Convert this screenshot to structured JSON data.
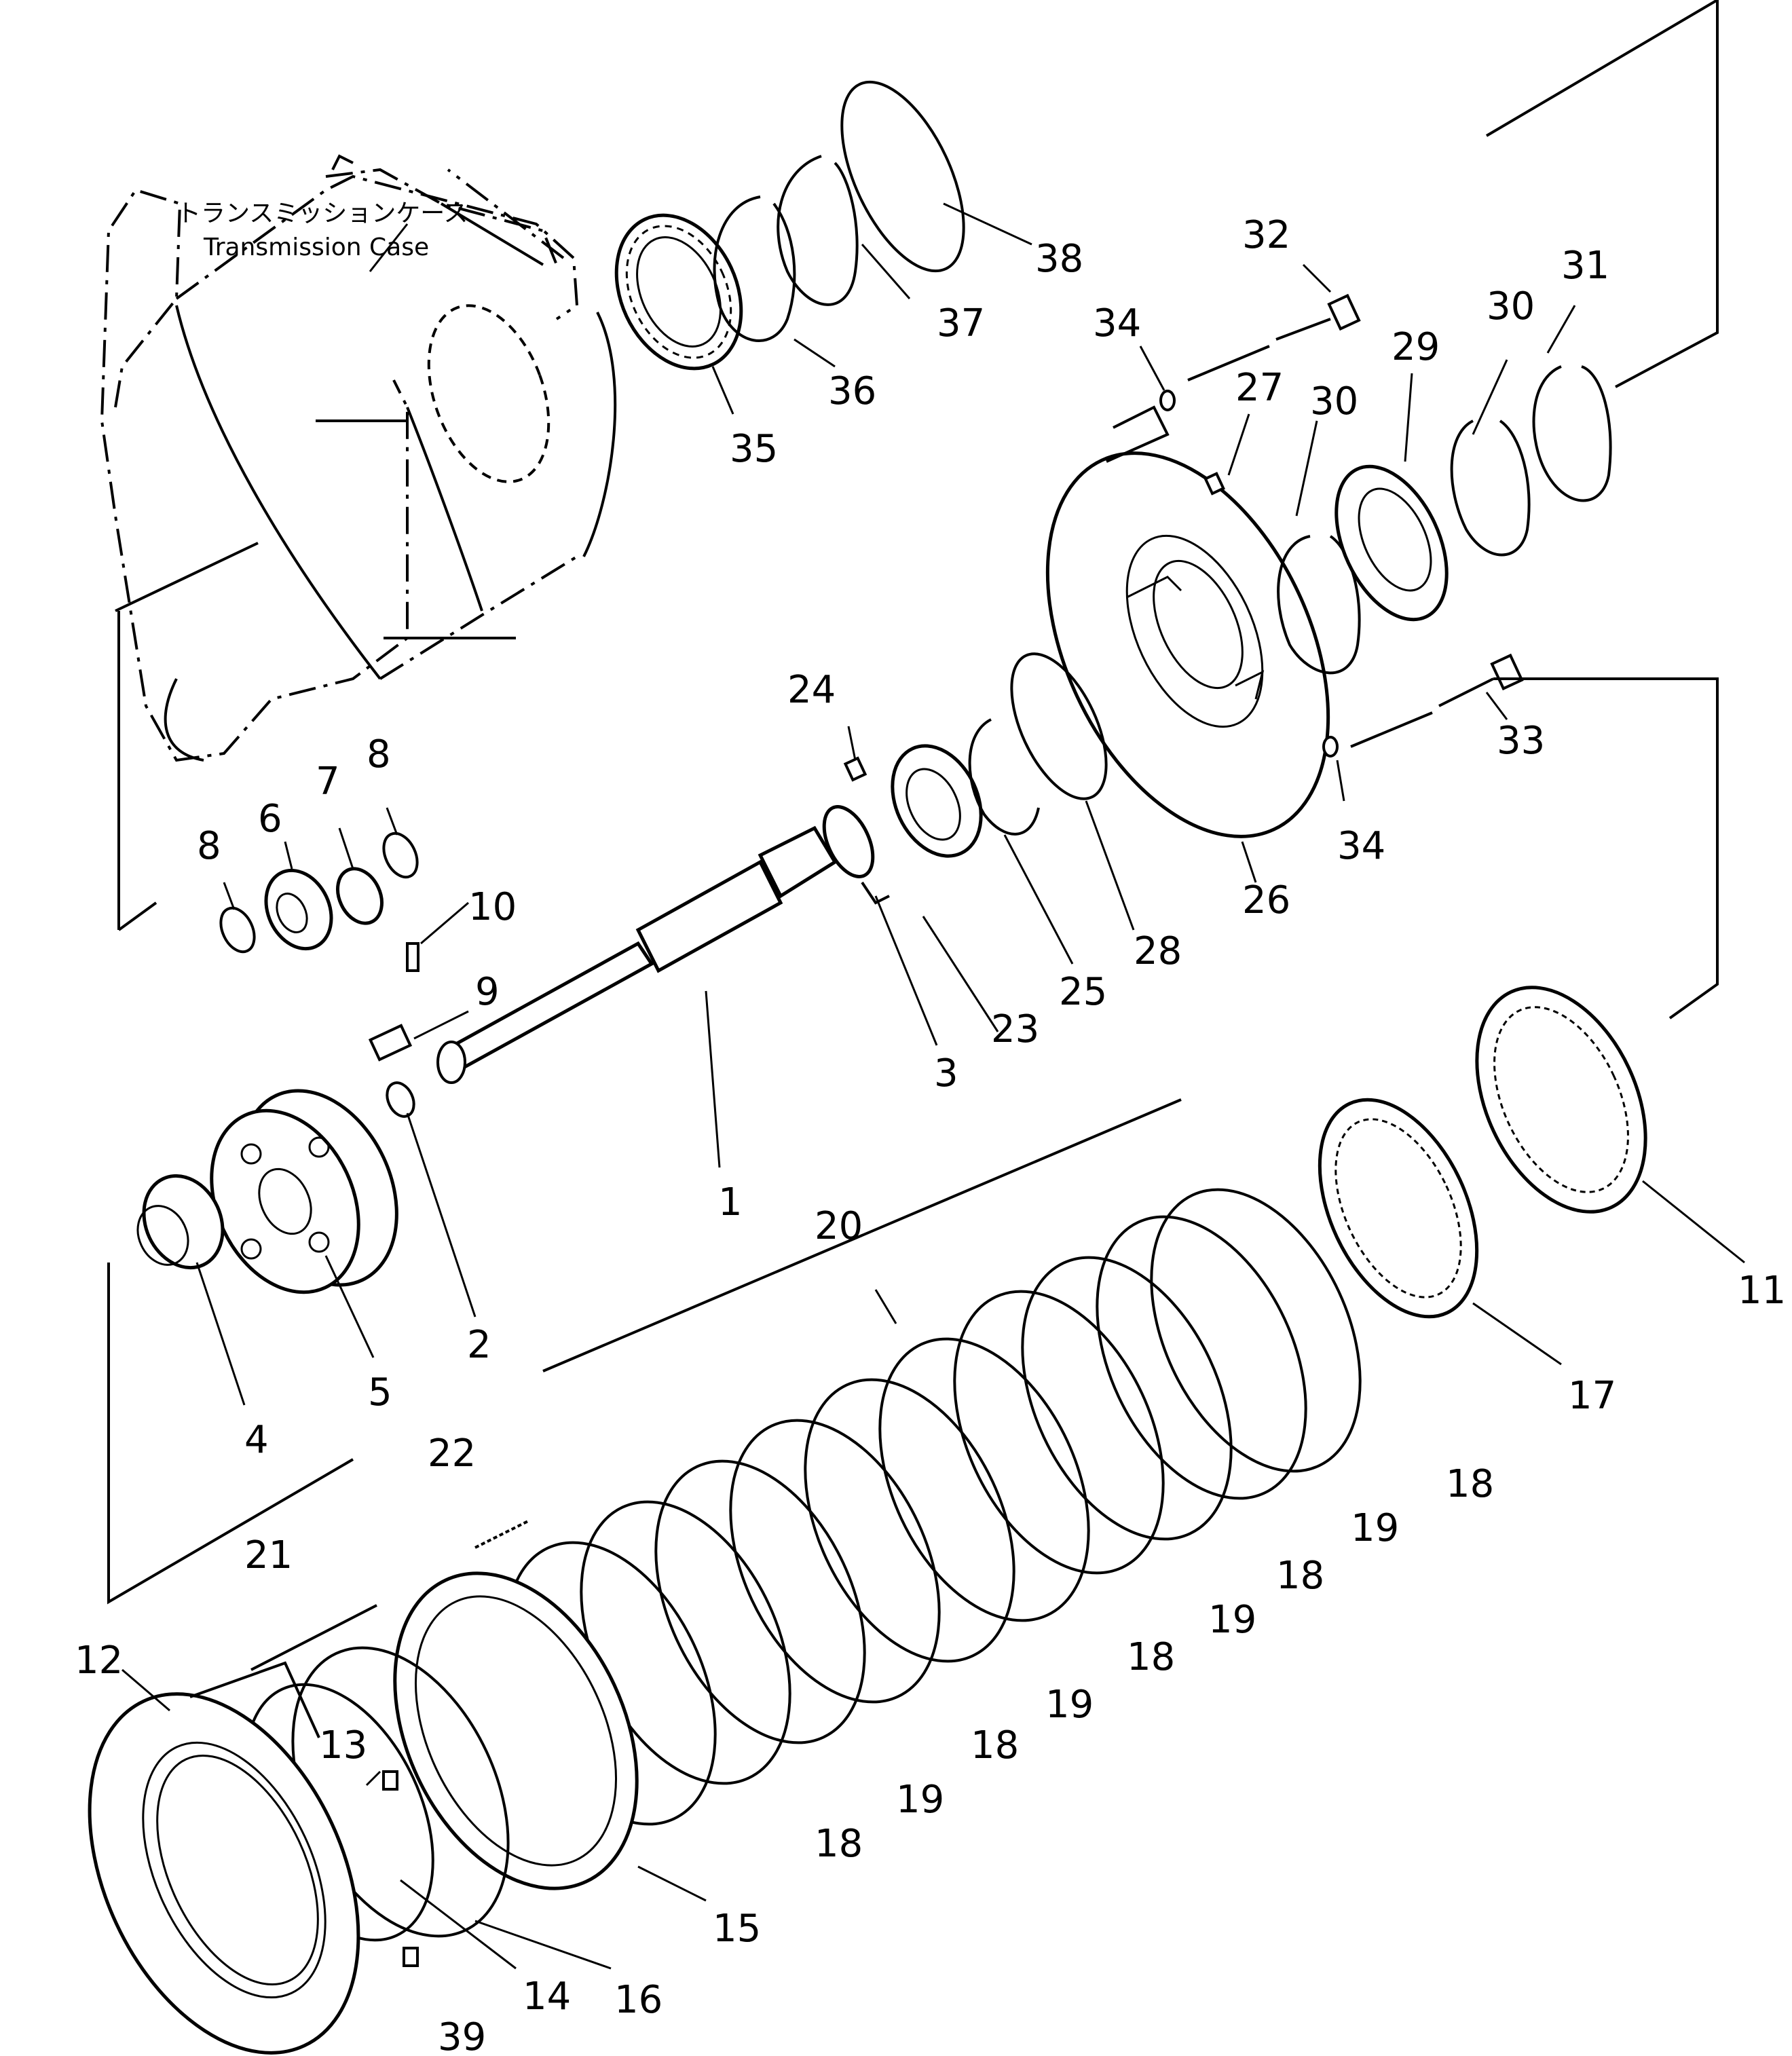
{
  "case_label": {
    "japanese": "トランスミッションケース",
    "english": "Transmission Case"
  },
  "callouts": [
    {
      "id": "1",
      "text": "1"
    },
    {
      "id": "2",
      "text": "2"
    },
    {
      "id": "3",
      "text": "3"
    },
    {
      "id": "4",
      "text": "4"
    },
    {
      "id": "5",
      "text": "5"
    },
    {
      "id": "6",
      "text": "6"
    },
    {
      "id": "7",
      "text": "7"
    },
    {
      "id": "8a",
      "text": "8"
    },
    {
      "id": "8b",
      "text": "8"
    },
    {
      "id": "9",
      "text": "9"
    },
    {
      "id": "10",
      "text": "10"
    },
    {
      "id": "11",
      "text": "11"
    },
    {
      "id": "12",
      "text": "12"
    },
    {
      "id": "13",
      "text": "13"
    },
    {
      "id": "14",
      "text": "14"
    },
    {
      "id": "15",
      "text": "15"
    },
    {
      "id": "16",
      "text": "16"
    },
    {
      "id": "17",
      "text": "17"
    },
    {
      "id": "18a",
      "text": "18"
    },
    {
      "id": "18b",
      "text": "18"
    },
    {
      "id": "18c",
      "text": "18"
    },
    {
      "id": "18d",
      "text": "18"
    },
    {
      "id": "18e",
      "text": "18"
    },
    {
      "id": "19a",
      "text": "19"
    },
    {
      "id": "19b",
      "text": "19"
    },
    {
      "id": "19c",
      "text": "19"
    },
    {
      "id": "19d",
      "text": "19"
    },
    {
      "id": "20",
      "text": "20"
    },
    {
      "id": "21",
      "text": "21"
    },
    {
      "id": "22",
      "text": "22"
    },
    {
      "id": "23",
      "text": "23"
    },
    {
      "id": "24",
      "text": "24"
    },
    {
      "id": "25",
      "text": "25"
    },
    {
      "id": "26",
      "text": "26"
    },
    {
      "id": "27",
      "text": "27"
    },
    {
      "id": "28",
      "text": "28"
    },
    {
      "id": "29",
      "text": "29"
    },
    {
      "id": "30a",
      "text": "30"
    },
    {
      "id": "30b",
      "text": "30"
    },
    {
      "id": "31",
      "text": "31"
    },
    {
      "id": "32",
      "text": "32"
    },
    {
      "id": "33",
      "text": "33"
    },
    {
      "id": "34a",
      "text": "34"
    },
    {
      "id": "34b",
      "text": "34"
    },
    {
      "id": "35",
      "text": "35"
    },
    {
      "id": "36",
      "text": "36"
    },
    {
      "id": "37",
      "text": "37"
    },
    {
      "id": "38",
      "text": "38"
    },
    {
      "id": "39",
      "text": "39"
    }
  ]
}
